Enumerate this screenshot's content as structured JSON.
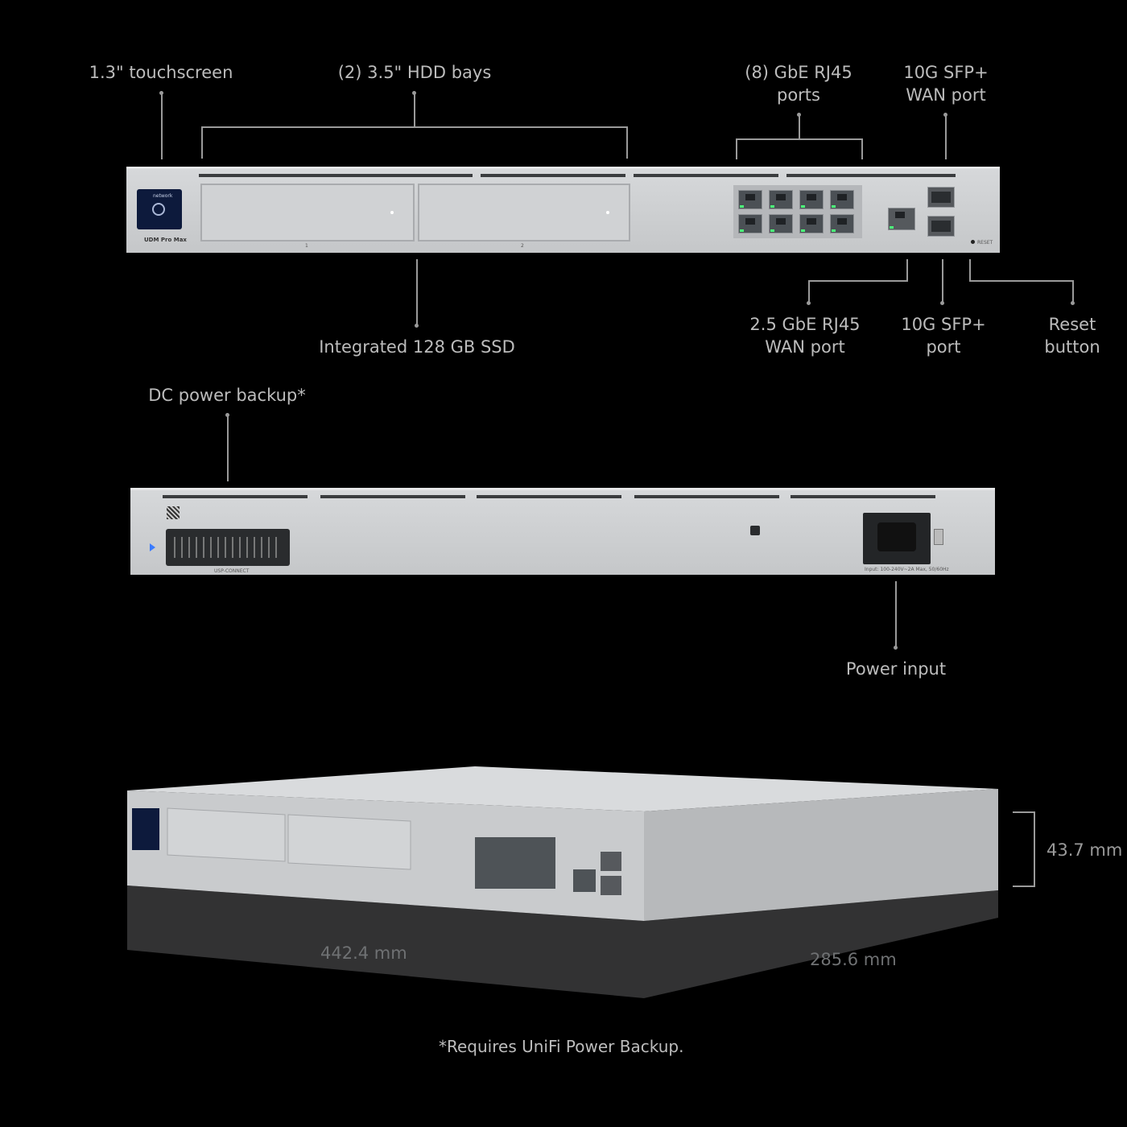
{
  "labels": {
    "touchscreen": "1.3\" touchscreen",
    "hdd_bays": "(2) 3.5\" HDD bays",
    "gbe_ports_line1": "(8) GbE RJ45",
    "gbe_ports_line2": "ports",
    "sfp_wan_line1": "10G SFP+",
    "sfp_wan_line2": "WAN port",
    "ssd": "Integrated 128 GB SSD",
    "wan25_line1": "2.5 GbE RJ45",
    "wan25_line2": "WAN port",
    "sfp_port_line1": "10G SFP+",
    "sfp_port_line2": "port",
    "reset_line1": "Reset",
    "reset_line2": "button",
    "dc_backup": "DC power backup*",
    "power_input": "Power input"
  },
  "dimensions": {
    "height": "43.7 mm",
    "width": "442.4 mm",
    "depth": "285.6 mm"
  },
  "device": {
    "model": "UDM Pro Max",
    "screen_text": "network",
    "bay_numbers": [
      "1",
      "2"
    ],
    "reset_text": "RESET",
    "usb_connect": "USP-CONNECT",
    "power_rating": "Input: 100-240V~2A Max, 50/60Hz"
  },
  "footnote": "*Requires UniFi Power Backup."
}
